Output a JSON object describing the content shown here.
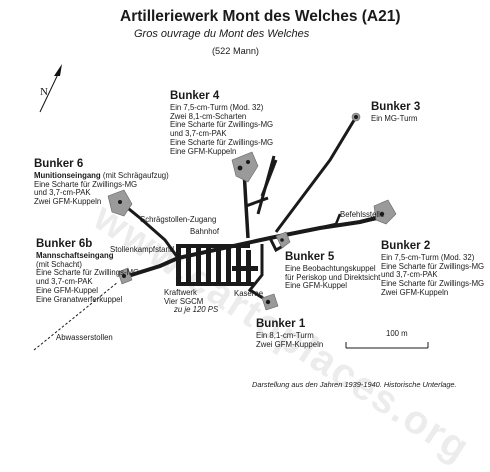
{
  "title": "Artilleriewerk Mont des Welches (A21)",
  "subtitle": "Gros ouvrage du Mont des Welches",
  "garrison": "(522 Mann)",
  "compass_label": "N",
  "watermark": "www.cartoplaces.org",
  "scale_label": "100 m",
  "caption": "Darstellung aus den Jahren 1939-1940. Historische Unterlage.",
  "bunkers": {
    "b1": {
      "name": "Bunker 1",
      "lines": [
        "Ein 8,1-cm-Turm",
        "Zwei GFM-Kuppeln"
      ]
    },
    "b2": {
      "name": "Bunker 2",
      "lines": [
        "Ein 7,5-cm-Turm (Mod. 32)",
        "Eine Scharte für Zwillings-MG",
        "und 3,7-cm-PAK",
        "Eine Scharte für Zwillings-MG",
        "Zwei GFM-Kuppeln"
      ]
    },
    "b3": {
      "name": "Bunker 3",
      "lines": [
        "Ein MG-Turm"
      ]
    },
    "b4": {
      "name": "Bunker 4",
      "lines": [
        "Ein 7,5-cm-Turm (Mod. 32)",
        "Zwei 8,1-cm-Scharten",
        "Eine Scharte für Zwillings-MG",
        "und 3,7-cm-PAK",
        "Eine Scharte für Zwillings-MG",
        "Eine GFM-Kuppeln"
      ]
    },
    "b5": {
      "name": "Bunker 5",
      "lines": [
        "Eine Beobachtungskuppel",
        "für Periskop und Direktsicht",
        "Eine GFM-Kuppel"
      ]
    },
    "b6": {
      "name": "Bunker 6",
      "heading": "Munitionseingang",
      "heading_note": "(mit Schrägaufzug)",
      "lines": [
        "Eine Scharte für Zwillings-MG",
        "und 3,7-cm-PAK",
        "Zwei GFM-Kuppeln"
      ]
    },
    "b6b": {
      "name": "Bunker 6b",
      "heading": "Mannschaftseingang",
      "heading_note": "(mit Schacht)",
      "lines": [
        "Eine Scharte für Zwillings-MG",
        "und 3,7-cm-PAK",
        "Eine GFM-Kuppel",
        "Eine Granatwerferkuppel"
      ]
    }
  },
  "labels": {
    "schraegstollen": "Schrägstollen-Zugang",
    "bahnhof": "Bahnhof",
    "stollenkampfstand": "Stollenkampfstand",
    "befehlsstelle": "Befehlsstelle",
    "kaserne": "Kaserne",
    "kraftwerk": "Kraftwerk",
    "kraftwerk_detail": "Vier SGCM",
    "kraftwerk_power": "zu je 120 PS",
    "abwasserstollen": "Abwasserstollen"
  }
}
